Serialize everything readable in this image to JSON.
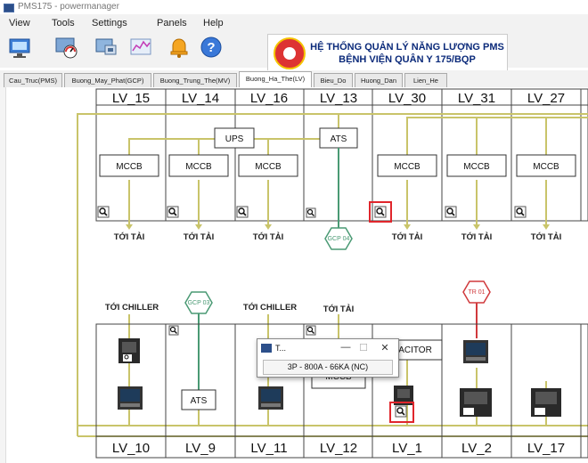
{
  "window": {
    "title": "PMS175 - powermanager"
  },
  "menu": [
    {
      "label": "View",
      "icon": "monitor-icon"
    },
    {
      "label": "Tools",
      "icon": "gauge-icon"
    },
    {
      "label": "Settings",
      "icon": "settings-icon"
    },
    {
      "label": "",
      "icon": "chart-icon"
    },
    {
      "label": "Panels",
      "icon": "bell-icon"
    },
    {
      "label": "Help",
      "icon": "help-icon"
    }
  ],
  "banner": {
    "line1": "HỆ THỐNG QUẢN LÝ NĂNG LƯỢNG PMS",
    "line2": "BỆNH VIỆN QUÂN Y 175/BQP"
  },
  "tabs": [
    {
      "label": "Cau_Truc(PMS)"
    },
    {
      "label": "Buong_May_Phat(GCP)"
    },
    {
      "label": "Buong_Trung_The(MV)"
    },
    {
      "label": "Buong_Ha_The(LV)",
      "active": true
    },
    {
      "label": "Bieu_Do"
    },
    {
      "label": "Huong_Dan"
    },
    {
      "label": "Lien_He"
    }
  ],
  "top_panels": [
    "LV_15",
    "LV_14",
    "LV_16",
    "LV_13",
    "LV_30",
    "LV_31",
    "LV_27"
  ],
  "bottom_panels": [
    "LV_10",
    "LV_9",
    "LV_11",
    "LV_12",
    "LV_1",
    "LV_2",
    "LV_17"
  ],
  "labels": {
    "mccb": "MCCB",
    "ups": "UPS",
    "ats": "ATS",
    "toi_tai": "TỚI TẢI",
    "toi_chiller": "TỚI CHILLER",
    "gcp04": "GCP 04",
    "gcp03": "GCP 03",
    "tr01": "TR 01",
    "capacitor": "ACITOR"
  },
  "popup": {
    "title": "T...",
    "value": "3P - 800A - 66KA (NC)",
    "minimize": "—",
    "maximize": "☐",
    "close": "✕"
  },
  "colors": {
    "bus_line": "#c9c46a",
    "gcp_green": "#4a9a74",
    "tr_red": "#d0393c",
    "selection_red": "#e0262c"
  }
}
